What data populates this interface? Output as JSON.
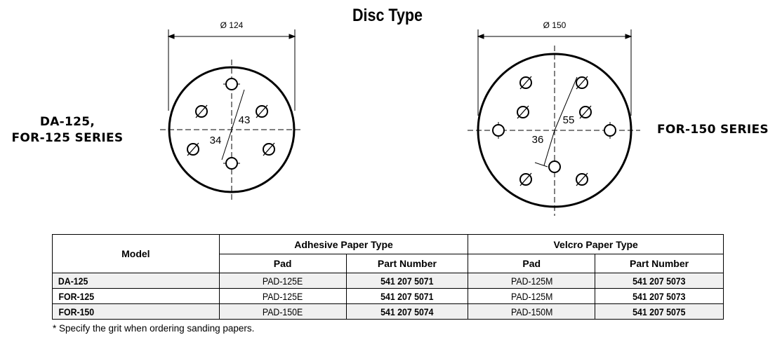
{
  "title": "Disc Type",
  "left_disc": {
    "series_label_lines": [
      "DA-125,",
      "FOR-125 SERIES"
    ],
    "diameter_label": "Ø 124",
    "dim_outer": "43",
    "dim_inner": "34"
  },
  "right_disc": {
    "series_label": "FOR-150 SERIES",
    "diameter_label": "Ø 150",
    "dim_outer": "55",
    "dim_inner": "36"
  },
  "table": {
    "headers": {
      "model": "Model",
      "adhesive": "Adhesive Paper Type",
      "velcro": "Velcro Paper Type",
      "pad": "Pad",
      "part_number": "Part Number"
    },
    "rows": [
      {
        "model": "DA-125",
        "adhesive_pad": "PAD-125E",
        "adhesive_part": "541 207 5071",
        "velcro_pad": "PAD-125M",
        "velcro_part": "541 207 5073"
      },
      {
        "model": "FOR-125",
        "adhesive_pad": "PAD-125E",
        "adhesive_part": "541 207 5071",
        "velcro_pad": "PAD-125M",
        "velcro_part": "541 207 5073"
      },
      {
        "model": "FOR-150",
        "adhesive_pad": "PAD-150E",
        "adhesive_part": "541 207 5074",
        "velcro_pad": "PAD-150M",
        "velcro_part": "541 207 5075"
      }
    ]
  },
  "footnote": "* Specify the grit when ordering sanding papers."
}
